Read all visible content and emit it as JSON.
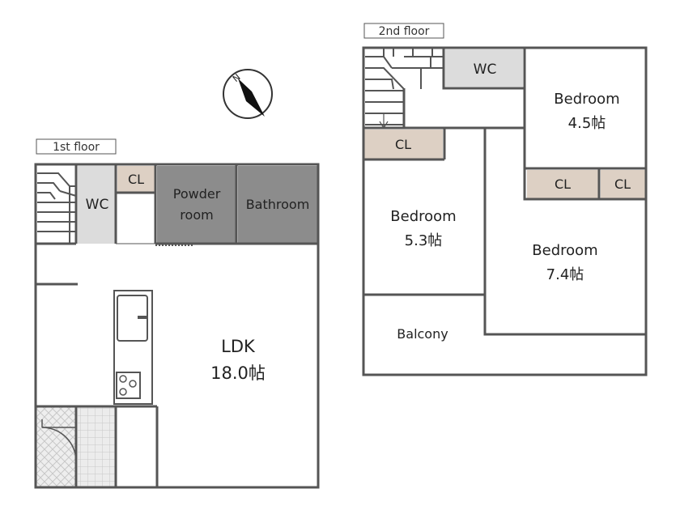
{
  "floors": {
    "first": {
      "label": "1st floor",
      "rooms": {
        "wc": "WC",
        "cl": "CL",
        "powder_line1": "Powder",
        "powder_line2": "room",
        "bathroom": "Bathroom",
        "ldk_name": "LDK",
        "ldk_size": "18.0帖"
      }
    },
    "second": {
      "label": "2nd floor",
      "rooms": {
        "wc": "WC",
        "bed1_name": "Bedroom",
        "bed1_size": "4.5帖",
        "cl_left": "CL",
        "bed2_name": "Bedroom",
        "bed2_size": "5.3帖",
        "cl_mid": "CL",
        "cl_right": "CL",
        "bed3_name": "Bedroom",
        "bed3_size": "7.4帖",
        "balcony": "Balcony"
      }
    }
  },
  "compass": {
    "north": "N"
  },
  "colors": {
    "wall": "#555555",
    "wc": "#dcdcdc",
    "closet": "#ddd0c4",
    "wet_room": "#8c8c8c"
  }
}
